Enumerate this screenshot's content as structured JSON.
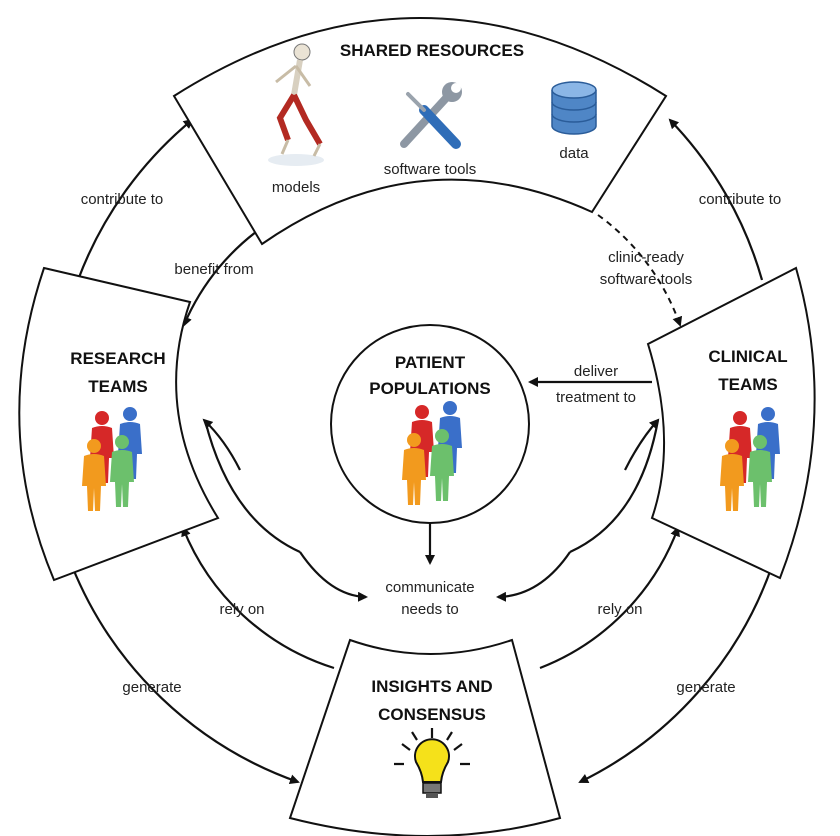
{
  "nodes": {
    "shared_resources": {
      "title": "SHARED RESOURCES",
      "resources": {
        "models": "models",
        "software_tools": "software tools",
        "data": "data"
      }
    },
    "research_teams": {
      "title_line1": "RESEARCH",
      "title_line2": "TEAMS"
    },
    "clinical_teams": {
      "title_line1": "CLINICAL",
      "title_line2": "TEAMS"
    },
    "patient_populations": {
      "title_line1": "PATIENT",
      "title_line2": "POPULATIONS"
    },
    "insights_consensus": {
      "title_line1": "INSIGHTS AND",
      "title_line2": "CONSENSUS"
    }
  },
  "edges": {
    "research_contribute": "contribute to",
    "clinical_contribute": "contribute to",
    "research_benefit": "benefit from",
    "clinic_ready_line1": "clinic-ready",
    "clinic_ready_line2": "software tools",
    "deliver_line1": "deliver",
    "deliver_line2": "treatment to",
    "communicate_line1": "communicate",
    "communicate_line2": "needs to",
    "research_rely": "rely on",
    "clinical_rely": "rely on",
    "research_generate": "generate",
    "clinical_generate": "generate"
  },
  "icons": {
    "people_colors": [
      "#d62828",
      "#3a6fc9",
      "#f29a1e",
      "#6cc06c"
    ],
    "bulb_color": "#f5e11a",
    "database_color": "#4f86c6"
  }
}
